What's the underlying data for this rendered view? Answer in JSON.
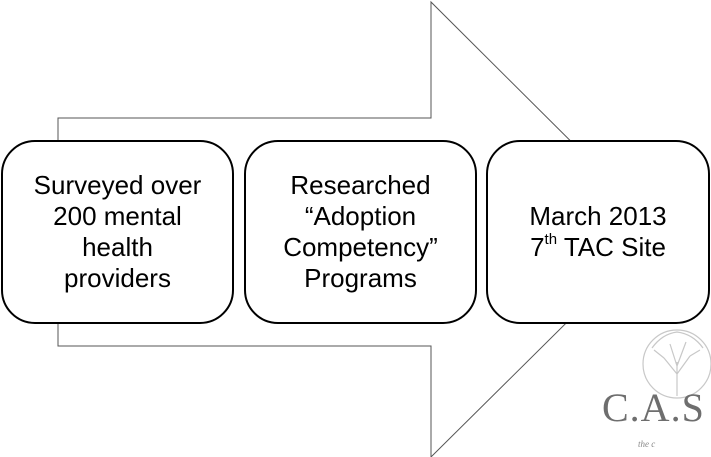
{
  "steps": [
    {
      "lines": [
        "Surveyed over",
        "200 mental",
        "health",
        "providers"
      ]
    },
    {
      "lines": [
        "Researched",
        "“Adoption",
        "Competency”",
        "Programs"
      ]
    },
    {
      "line1": "March 2013",
      "line2_num": "7",
      "line2_sup": "th",
      "line2_rest": " TAC Site"
    }
  ],
  "logo": {
    "text": "C.A.S",
    "tagline": "the c"
  },
  "colors": {
    "arrow_fill": "#ffffff",
    "stroke": "#000000",
    "logo": "#8a8a8a"
  }
}
